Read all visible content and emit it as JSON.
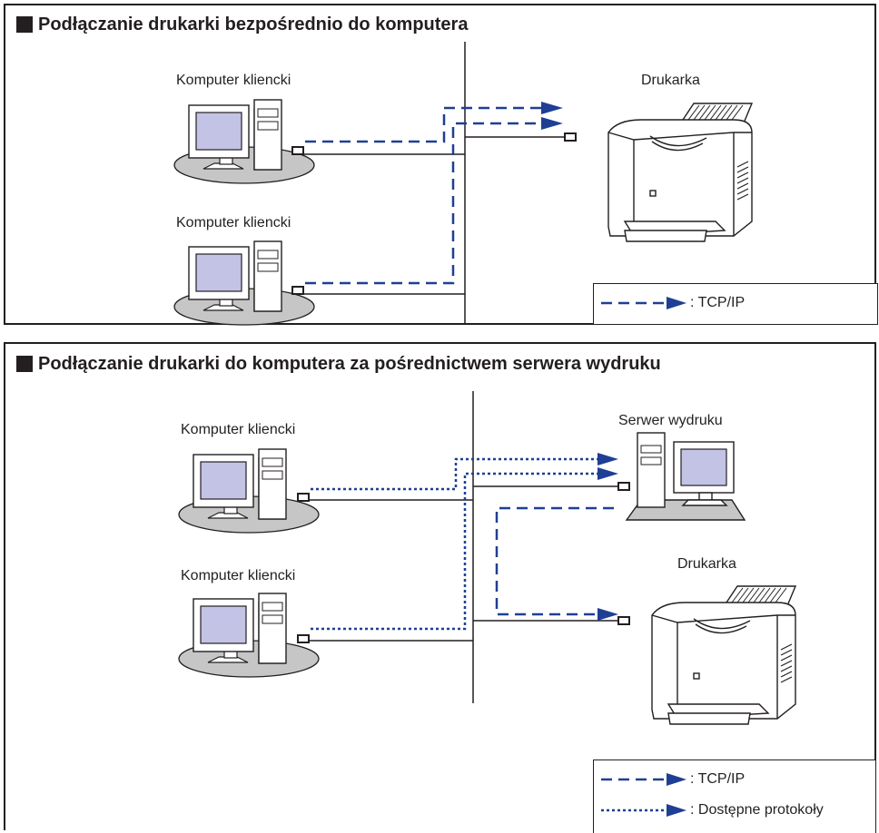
{
  "sections": [
    {
      "title": "Podłączanie drukarki bezpośrednio do komputera",
      "client_label_1": "Komputer kliencki",
      "client_label_2": "Komputer kliencki",
      "printer_label": "Drukarka",
      "legend": [
        {
          "line_style": "dashed",
          "text": ": TCP/IP"
        }
      ]
    },
    {
      "title": "Podłączanie drukarki do komputera za pośrednictwem serwera wydruku",
      "client_label_1": "Komputer kliencki",
      "client_label_2": "Komputer kliencki",
      "server_label": "Serwer wydruku",
      "printer_label": "Drukarka",
      "legend": [
        {
          "line_style": "dashed",
          "text": ": TCP/IP"
        },
        {
          "line_style": "dotted",
          "text": ": Dostępne protokoły"
        }
      ]
    }
  ],
  "colors": {
    "protocol_line": "#1f3f94",
    "outline": "#231f20",
    "screen_fill": "#c3c3e6",
    "desk_fill": "#c6c6c6"
  },
  "icons": [
    "computer-icon",
    "print-server-icon",
    "printer-icon",
    "network-port-icon",
    "arrow-head-icon"
  ]
}
